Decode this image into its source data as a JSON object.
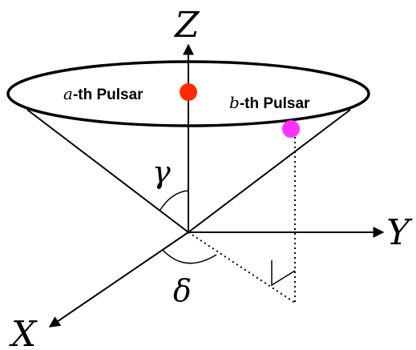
{
  "axes": {
    "z_label": "Z",
    "y_label": "Y",
    "x_label": "X"
  },
  "pulsars": {
    "a": {
      "var": "a",
      "text": "-th Pulsar",
      "color": "#ff2a00"
    },
    "b": {
      "var": "b",
      "text": "-th Pulsar",
      "color": "#ff33ff"
    }
  },
  "angles": {
    "gamma": "γ",
    "delta": "δ"
  }
}
